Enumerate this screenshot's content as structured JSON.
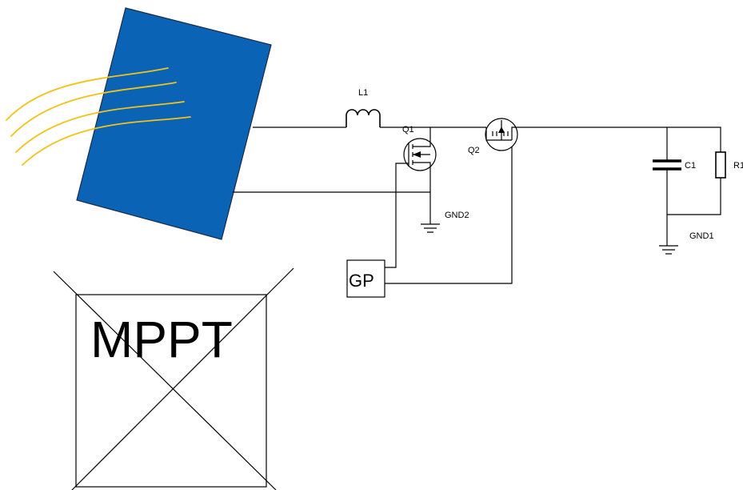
{
  "components": {
    "inductor": "L1",
    "transistor_low": "Q1",
    "transistor_high": "Q2",
    "capacitor": "C1",
    "resistor": "R1",
    "ground_left": "GND2",
    "ground_right": "GND1",
    "gate_driver": "GP",
    "controller": "MPPT"
  },
  "colors": {
    "panel_fill": "#0b63b6",
    "panel_stroke": "#1a2b46",
    "sun_rays": "#f0c31a",
    "wire": "#000000"
  }
}
